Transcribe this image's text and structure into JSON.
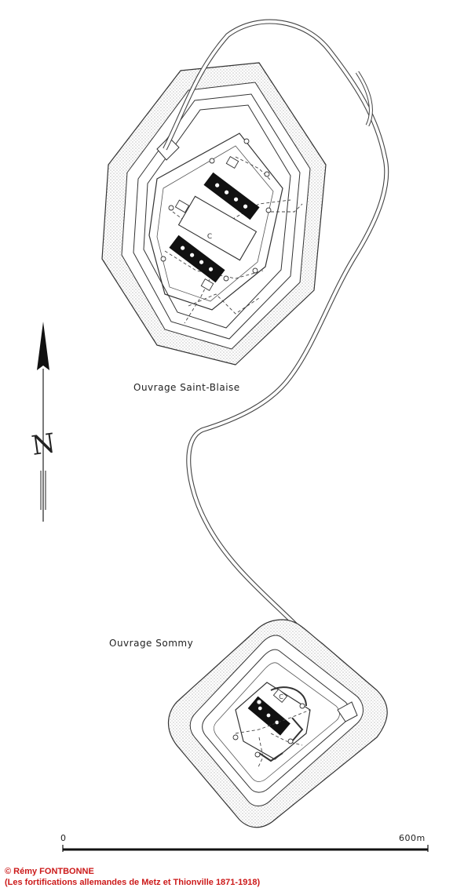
{
  "labels": {
    "fort_north": "Ouvrage Saint-Blaise",
    "fort_south": "Ouvrage Sommy",
    "bunker_mark_north": "C",
    "bunker_mark_south": "C"
  },
  "compass": {
    "letter": "N"
  },
  "scale": {
    "start": "0",
    "end": "600m"
  },
  "credit": {
    "line1": "© Rémy FONTBONNE",
    "line2": "(Les fortifications allemandes de Metz et Thionville 1871-1918)"
  },
  "colors": {
    "ink": "#222222",
    "credit_red": "#cc1a1a",
    "paper": "#ffffff"
  }
}
